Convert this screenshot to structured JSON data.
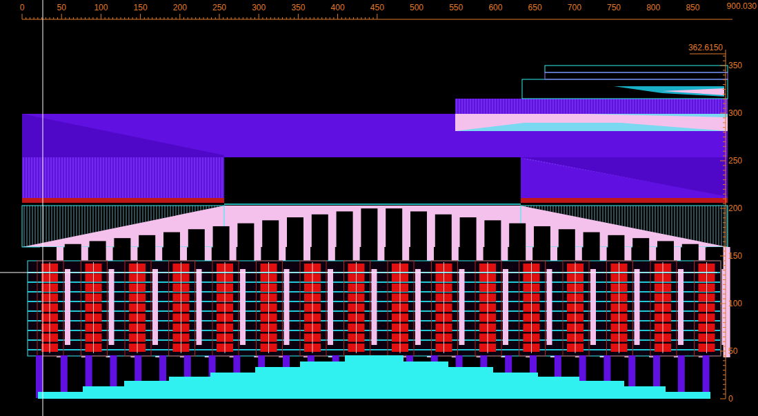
{
  "diagram": {
    "labels": [
      "0",
      "50",
      "100",
      "150",
      "200",
      "250",
      "300",
      "350",
      "400",
      "450",
      "500",
      "550",
      "600",
      "650",
      "700",
      "750",
      "800",
      "850",
      "900.030",
      "362.6150",
      "350",
      "300",
      "250",
      "200",
      "150",
      "100",
      "50",
      "0"
    ]
  }
}
